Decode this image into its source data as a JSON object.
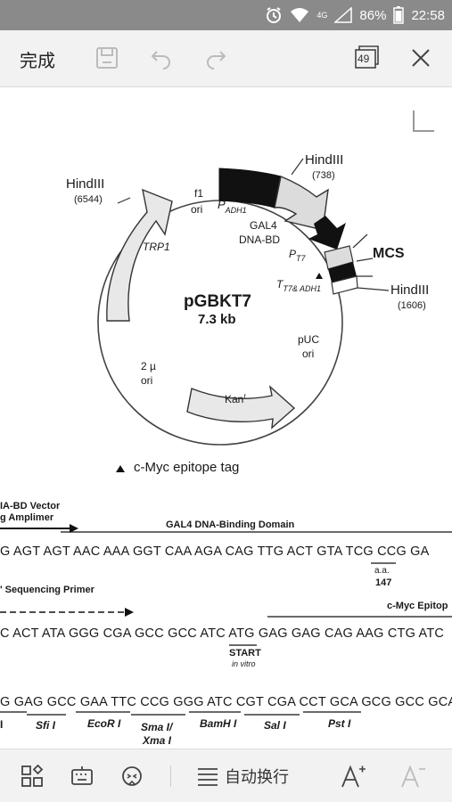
{
  "status_bar": {
    "battery_percent": "86%",
    "time": "22:58",
    "network": "4G"
  },
  "toolbar": {
    "done_label": "完成",
    "page_count": "49"
  },
  "plasmid": {
    "name": "pGBKT7",
    "size": "7.3 kb",
    "hindiii_left": "HindIII",
    "hindiii_left_pos": "(6544)",
    "hindiii_top": "HindIII",
    "hindiii_top_pos": "(738)",
    "hindiii_right": "HindIII",
    "hindiii_right_pos": "(1606)",
    "f1": "f1",
    "f1_ori": "ori",
    "padh": "P",
    "padh_sub": "ADH1",
    "gal4_line1": "GAL4",
    "gal4_line2": "DNA-BD",
    "pt7": "P",
    "pt7_sub": "T7",
    "mcs": "MCS",
    "tt7": "T",
    "tt7_sub": "T7& ADH1",
    "trp1": "TRP1",
    "puc": "pUC",
    "puc_ori": "ori",
    "two_mu": "2 µ",
    "two_mu_ori": "ori",
    "kan": "Kan",
    "kan_sup": "r",
    "myc_tag": "c-Myc epitope tag"
  },
  "sequence": {
    "vector_label_1": "IA-BD Vector",
    "vector_label_2": "g Amplimer",
    "gal4_domain": "GAL4 DNA-Binding Domain",
    "row1": "G AGT AGT AAC AAA GGT CAA AGA CAG TTG ACT GTA TCG CCG GA",
    "aa": "a.a.",
    "aa_num": "147",
    "primer": "Sequencing Primer",
    "myc_epitope": "c-Myc Epitop",
    "row2": "C ACT ATA GGG CGA GCC GCC ATC ATG GAG GAG CAG AAG CTG ATC",
    "start": "START",
    "in_vitro": "in vitro",
    "row3": "G GAG GCC GAA TTC CCG GGG ATC CGT CGA CCT GCA GCG GCC GCA",
    "enzymes": [
      "Sfi I",
      "EcoR I",
      "Sma I/",
      "Xma I",
      "BamH I",
      "Sal I",
      "Pst I"
    ]
  },
  "bottom_bar": {
    "wrap_label": "自动换行"
  }
}
